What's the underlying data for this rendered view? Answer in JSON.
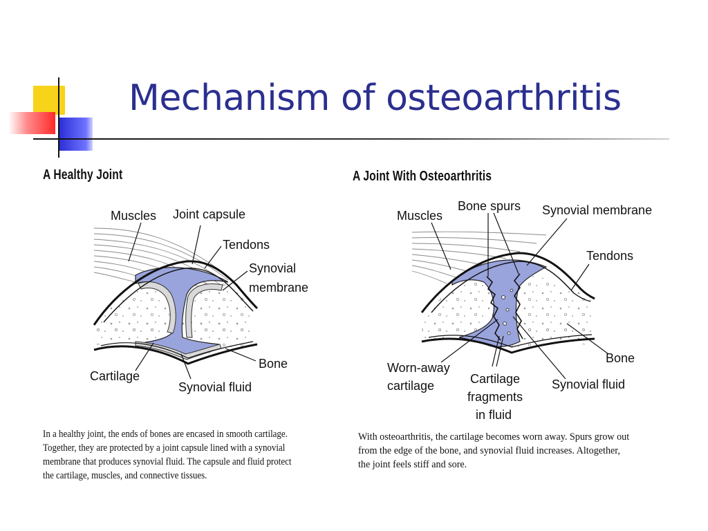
{
  "slide": {
    "title": "Mechanism of osteoarthritis"
  },
  "healthy": {
    "heading": "A Healthy Joint",
    "labels": {
      "muscles": "Muscles",
      "joint_capsule": "Joint capsule",
      "tendons": "Tendons",
      "synovial_membrane_1": "Synovial",
      "synovial_membrane_2": "membrane",
      "cartilage": "Cartilage",
      "bone": "Bone",
      "synovial_fluid": "Synovial fluid"
    },
    "caption": [
      "In a healthy joint, the ends of bones are encased in smooth cartilage.",
      "Together, they are protected by a joint capsule lined with a synovial",
      "membrane that produces synovial fluid. The capsule and fluid protect",
      "the cartilage, muscles, and connective tissues."
    ]
  },
  "oa": {
    "heading": "A Joint With Osteoarthritis",
    "labels": {
      "muscles": "Muscles",
      "bone_spurs": "Bone spurs",
      "synovial_membrane": "Synovial membrane",
      "tendons": "Tendons",
      "bone": "Bone",
      "worn_away_1": "Worn-away",
      "worn_away_2": "cartilage",
      "fragments_1": "Cartilage",
      "fragments_2": "fragments",
      "fragments_3": "in fluid",
      "synovial_fluid": "Synovial fluid"
    },
    "caption": [
      "With osteoarthritis, the cartilage becomes worn away. Spurs grow out",
      "from the edge of the bone, and synovial fluid increases. Altogether,",
      "the joint feels stiff and sore."
    ]
  },
  "colors": {
    "title": "#2b2f8f",
    "fluid": "#9aa4dc",
    "cartilage": "#d9d9d9",
    "deco_yellow": "#f7d31a",
    "deco_blue": "#2b2fd6",
    "deco_red": "#ff2a2a"
  }
}
